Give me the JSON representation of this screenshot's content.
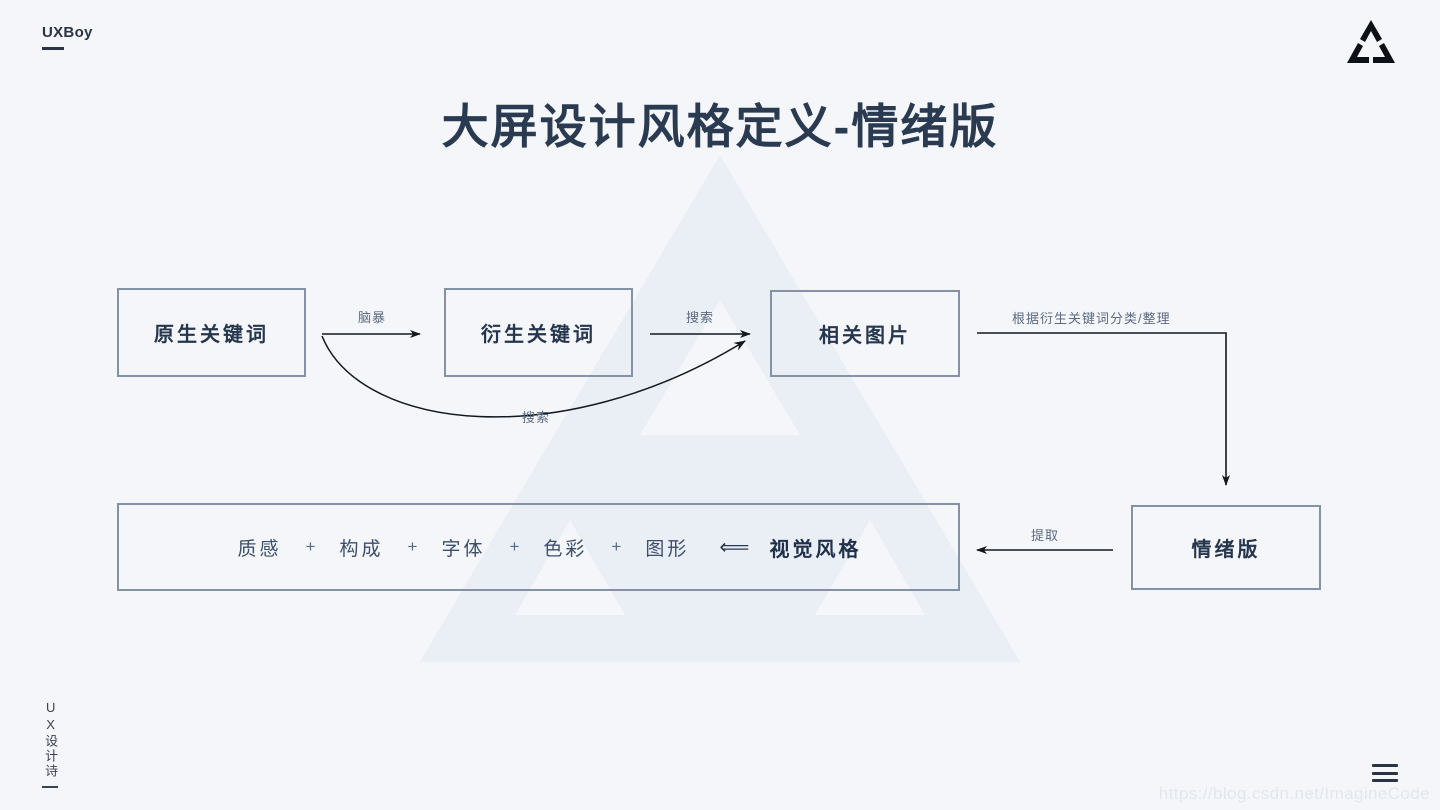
{
  "brand": {
    "name": "UXBoy"
  },
  "logo": {
    "icon": "triangle-trio-logo"
  },
  "title": "大屏设计风格定义-情绪版",
  "diagram": {
    "nodes": [
      {
        "id": "native-keywords",
        "label": "原生关键词"
      },
      {
        "id": "derived-keywords",
        "label": "衍生关键词"
      },
      {
        "id": "related-images",
        "label": "相关图片"
      },
      {
        "id": "mood-board",
        "label": "情绪版"
      }
    ],
    "edges": [
      {
        "id": "brainstorm",
        "label": "脑暴",
        "from": "native-keywords",
        "to": "derived-keywords"
      },
      {
        "id": "search-top",
        "label": "搜索",
        "from": "derived-keywords",
        "to": "related-images"
      },
      {
        "id": "search-curve",
        "label": "搜索",
        "from": "native-keywords",
        "to": "related-images"
      },
      {
        "id": "classify",
        "label": "根据衍生关键词分类/整理",
        "from": "related-images",
        "to": "mood-board"
      },
      {
        "id": "extract",
        "label": "提取",
        "from": "mood-board",
        "to": "visual-style-bar"
      }
    ],
    "style_bar": {
      "terms": [
        "质感",
        "构成",
        "字体",
        "色彩",
        "图形"
      ],
      "separator": "+",
      "arrow": "⟸",
      "result": "视觉风格"
    }
  },
  "footer": {
    "vertical_text": "UX设计诗",
    "menu_icon": "hamburger-menu-icon",
    "watermark_url": "https://blog.csdn.net/ImagineCode",
    "center_watermark": ""
  },
  "colors": {
    "page_bg": "#f4f6fa",
    "title": "#2a3a50",
    "box_border": "#8392a5",
    "node_text": "#26364f",
    "edge_label": "#5c6a80",
    "arrow": "#111820",
    "watermark_shape": "#eaeef5"
  }
}
